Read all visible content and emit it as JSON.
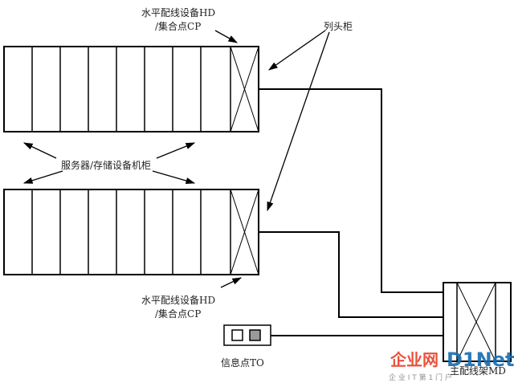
{
  "labels": {
    "top_hd_line1": "水平配线设备HD",
    "top_hd_line2": "/集合点CP",
    "head_cabinet": "列头柜",
    "server_cabinet": "服务器/存储设备机柜",
    "bottom_hd_line1": "水平配线设备HD",
    "bottom_hd_line2": "/集合点CP",
    "info_point": "信息点TO",
    "main_distribution": "主配线架MD"
  },
  "watermark": {
    "cn": "企业网",
    "en": "D1Net",
    "tagline": "企 业 I T 第 1 门 户",
    "colors": {
      "cn": "#e8432a",
      "en": "#1a6fb0",
      "tagline": "#888888"
    }
  },
  "colors": {
    "line": "#000000",
    "text": "#222222"
  }
}
